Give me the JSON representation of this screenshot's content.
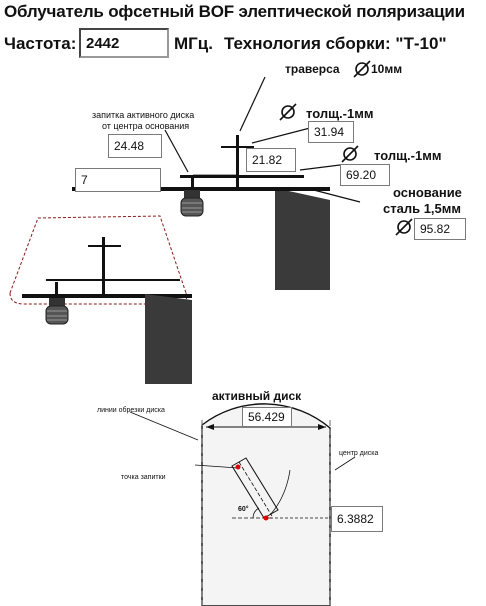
{
  "title": "Облучатель офсетный BOF элептической поляризации",
  "frequency": {
    "label": "Частота:",
    "value": "2442",
    "unit": "МГц."
  },
  "assembly": {
    "label": "Технология сборки: \"Т-10\""
  },
  "labels": {
    "traverse": "траверса",
    "traverse_diameter": "10мм",
    "thickness_top": "толщ.-1мм",
    "thickness_mid": "толщ.-1мм",
    "feed_offset_line1": "запитка активного диска",
    "feed_offset_line2": "от центра основания",
    "base_line1": "основание",
    "base_line2": "сталь 1,5мм",
    "active_disk": "активный диск",
    "cut_lines": "линии обрезки диска",
    "disk_center": "центр диска",
    "feed_point": "точка запитки",
    "angle": "60°"
  },
  "fields": {
    "feed_offset": "24.48",
    "traverse_disk_diameter": "31.94",
    "disk_height": "21.82",
    "active_disk_diameter": "69.20",
    "base_diameter": "95.82",
    "base_gap": "7",
    "disk_chord": "56.429",
    "feed_distance": "6.3882"
  },
  "colors": {
    "metal": "#111111",
    "mount": "#3a3a3a",
    "reflector": "#8b1a1a",
    "cut_line": "#6a6a6a"
  }
}
